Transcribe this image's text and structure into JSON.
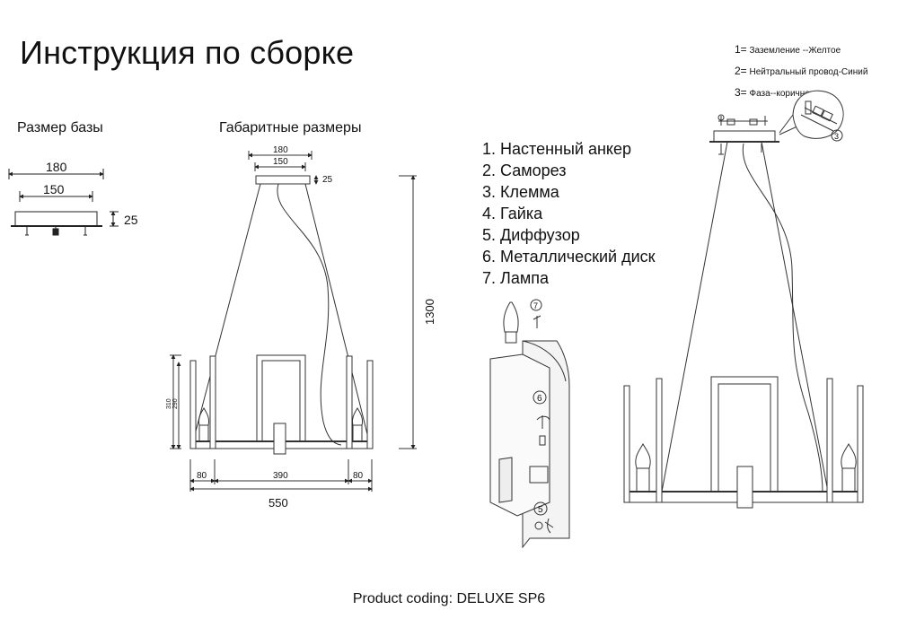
{
  "title": "Инструкция по сборке",
  "base_size_label": "Размер базы",
  "overall_size_label": "Габаритные размеры",
  "parts": [
    "1. Настенный анкер",
    "2. Саморез",
    "3. Клемма",
    "4. Гайка",
    "5. Диффузор",
    "6. Металлический диск",
    "7. Лампа"
  ],
  "wiring_legend": [
    {
      "num": "1=",
      "text": "Заземление --Желтое"
    },
    {
      "num": "2=",
      "text": "Нейтральный провод-Синий"
    },
    {
      "num": "3=",
      "text": "Фаза--коричневая"
    }
  ],
  "base_dimensions": {
    "width_outer": "180",
    "width_inner": "150",
    "height": "25"
  },
  "overall_dimensions": {
    "canopy_outer": "180",
    "canopy_inner": "150",
    "canopy_height": "25",
    "total_height": "1300",
    "side_height_outer": "310",
    "side_height_inner": "290",
    "left_offset": "80",
    "center_span": "390",
    "right_offset": "80",
    "total_width": "550"
  },
  "callouts": {
    "lamp": "7",
    "disc": "6",
    "diffuser": "5",
    "wiring": "3"
  },
  "footer": "Product coding: DELUXE SP6"
}
